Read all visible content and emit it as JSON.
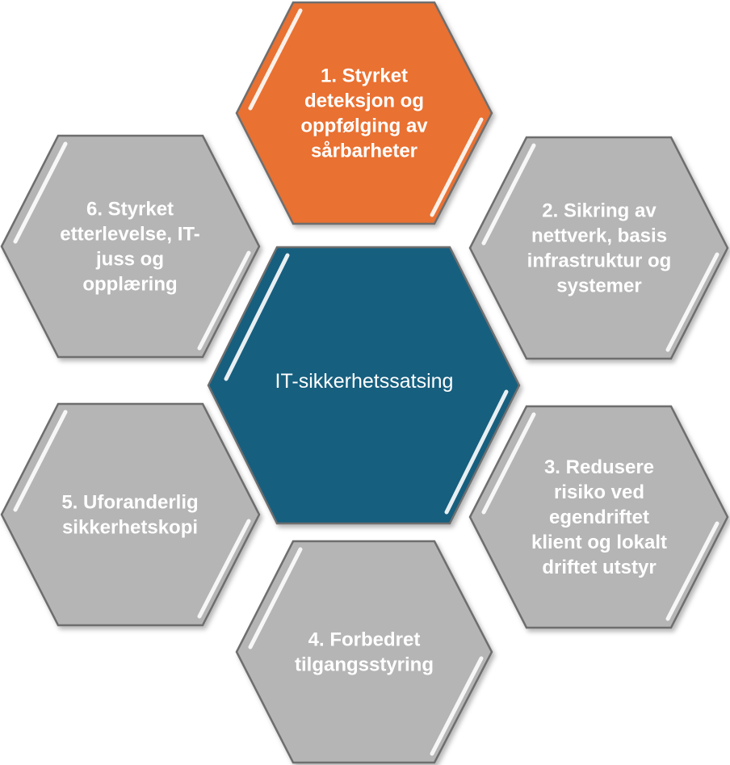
{
  "center": {
    "label": "IT-sikkerhetssatsing",
    "fill": "#175F7F"
  },
  "items": [
    {
      "id": "1",
      "lines": [
        "1. Styrket",
        "deteksjon og",
        "oppfølging av",
        "sårbarheter"
      ],
      "fill": "#E97132",
      "highlighted": true
    },
    {
      "id": "2",
      "lines": [
        "2. Sikring av",
        "nettverk, basis",
        "infrastruktur og",
        "systemer"
      ],
      "fill": "#B5B5B5",
      "highlighted": false
    },
    {
      "id": "3",
      "lines": [
        "3. Redusere",
        "risiko ved",
        "egendriftet",
        "klient og lokalt",
        "driftet utstyr"
      ],
      "fill": "#B5B5B5",
      "highlighted": false
    },
    {
      "id": "4",
      "lines": [
        "4. Forbedret",
        "tilgangsstyring"
      ],
      "fill": "#B5B5B5",
      "highlighted": false
    },
    {
      "id": "5",
      "lines": [
        "5. Uforanderlig",
        "sikkerhetskopi"
      ],
      "fill": "#B5B5B5",
      "highlighted": false
    },
    {
      "id": "6",
      "lines": [
        "6. Styrket",
        "etterlevelse, IT-",
        "juss og",
        "opplæring"
      ],
      "fill": "#B5B5B5",
      "highlighted": false
    }
  ],
  "colors": {
    "outline": "#6E6E6E",
    "text": "#FFFFFF",
    "shine": "#FFFFFF"
  }
}
